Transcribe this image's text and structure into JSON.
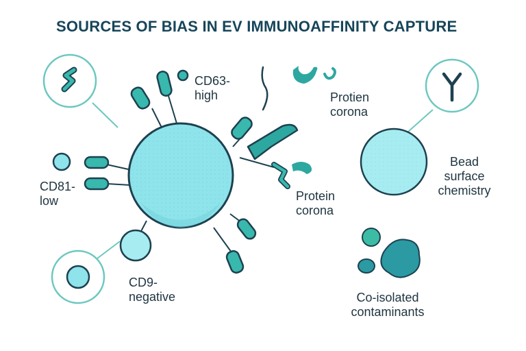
{
  "title": "SOURCES OF BIAS IN EV IMMUNOAFFINITY CAPTURE",
  "labels": {
    "cd63": "CD63-\nhigh",
    "protein_corona_top": "Protien\ncorona",
    "protein_corona_mid": "Protein\ncorona",
    "cd81": "CD81-\nlow",
    "cd9": "CD9-\nnegative",
    "bead": "Bead\nsurface\nchemistry",
    "contaminants": "Co-isolated\ncontaminants"
  },
  "colors": {
    "outline": "#1d4150",
    "vesicle_fill": "#8fe3ea",
    "vesicle_light": "#a7ecf0",
    "marker_fill": "#39b8ad",
    "protein_fill": "#2da8a0",
    "contaminant_dark": "#2b9aa2",
    "contaminant_green": "#3cbca4",
    "ring": "#6cc7c0",
    "text": "#1e3440",
    "title": "#16455a"
  },
  "icons": [
    "antibody-y-icon",
    "squiggle-protein-icon",
    "particle-icon"
  ]
}
